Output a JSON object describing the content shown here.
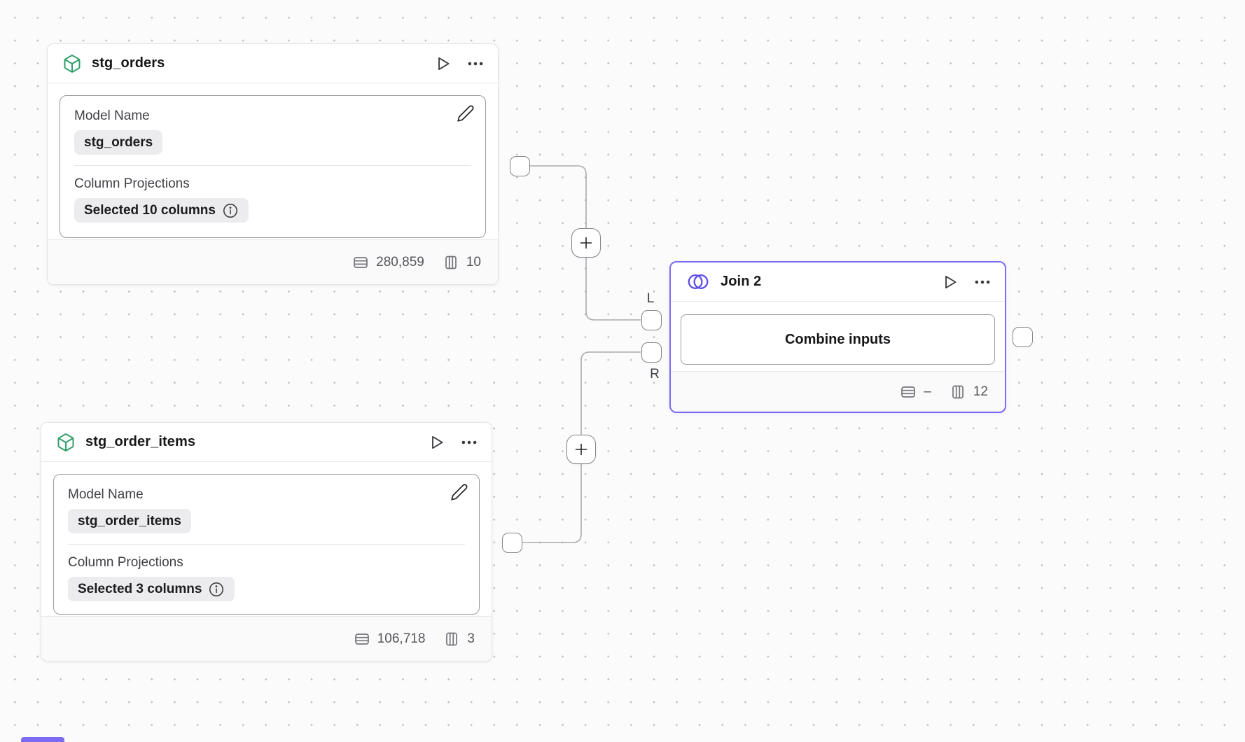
{
  "canvas": {
    "background": "#fbfbfc",
    "dot_color": "#bfbfc4"
  },
  "colors": {
    "model_icon_green": "#2f9e68",
    "join_accent": "#5a4bea",
    "join_selected_border": "#7b6bf2",
    "edge_gray": "#ababaf",
    "pill_background": "#ececef"
  },
  "nodes": {
    "stg_orders": {
      "title": "stg_orders",
      "model_name_label": "Model Name",
      "model_name_value": "stg_orders",
      "projections_label": "Column Projections",
      "projections_value": "Selected 10 columns",
      "row_count": "280,859",
      "column_count": "10"
    },
    "stg_order_items": {
      "title": "stg_order_items",
      "model_name_label": "Model Name",
      "model_name_value": "stg_order_items",
      "projections_label": "Column Projections",
      "projections_value": "Selected 3 columns",
      "row_count": "106,718",
      "column_count": "3"
    },
    "join": {
      "title": "Join 2",
      "button_label": "Combine inputs",
      "row_count": "–",
      "column_count": "12"
    }
  },
  "handles": {
    "left_input_label": "L",
    "right_input_label": "R"
  }
}
